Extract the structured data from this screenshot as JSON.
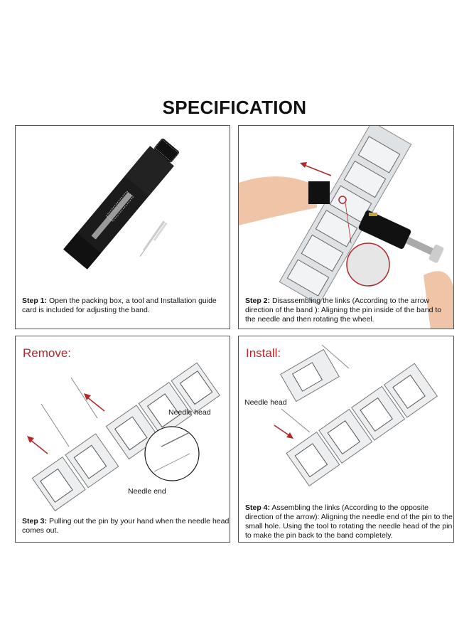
{
  "title": "SPECIFICATION",
  "colors": {
    "accent_red": "#b3262b",
    "border": "#555555",
    "text": "#111111",
    "tool_black": "#1b1b1b",
    "steel": "#d9dcdf"
  },
  "panels": [
    {
      "id": "step1",
      "image": "watch-band-tool-and-pins",
      "step_label": "Step 1:",
      "step_text": "Open the packing box,  a tool and Installation guide card is included for adjusting the band."
    },
    {
      "id": "step2",
      "image": "hand-using-tool-on-band",
      "step_label": "Step 2:",
      "step_text": "Disassembling the links (According to the arrow direction of the band ): Aligning the pin inside of the band to the needle and then rotating the wheel."
    },
    {
      "id": "step3",
      "heading": "Remove:",
      "image": "band-links-removal-diagram",
      "labels": {
        "needle_head": "Needle head",
        "needle_end": "Needle end"
      },
      "step_label": "Step 3:",
      "step_text": "Pulling out the pin by your hand when the needle head comes out."
    },
    {
      "id": "step4",
      "heading": "Install:",
      "image": "band-links-install-diagram",
      "labels": {
        "needle_head": "Needle head"
      },
      "step_label": "Step 4:",
      "step_text": "Assembling the links (According to the opposite direction of the arrow): Aligning the needle end of the pin to the small hole. Using the tool to rotating the needle head of the pin to make the pin back to the band completely."
    }
  ]
}
